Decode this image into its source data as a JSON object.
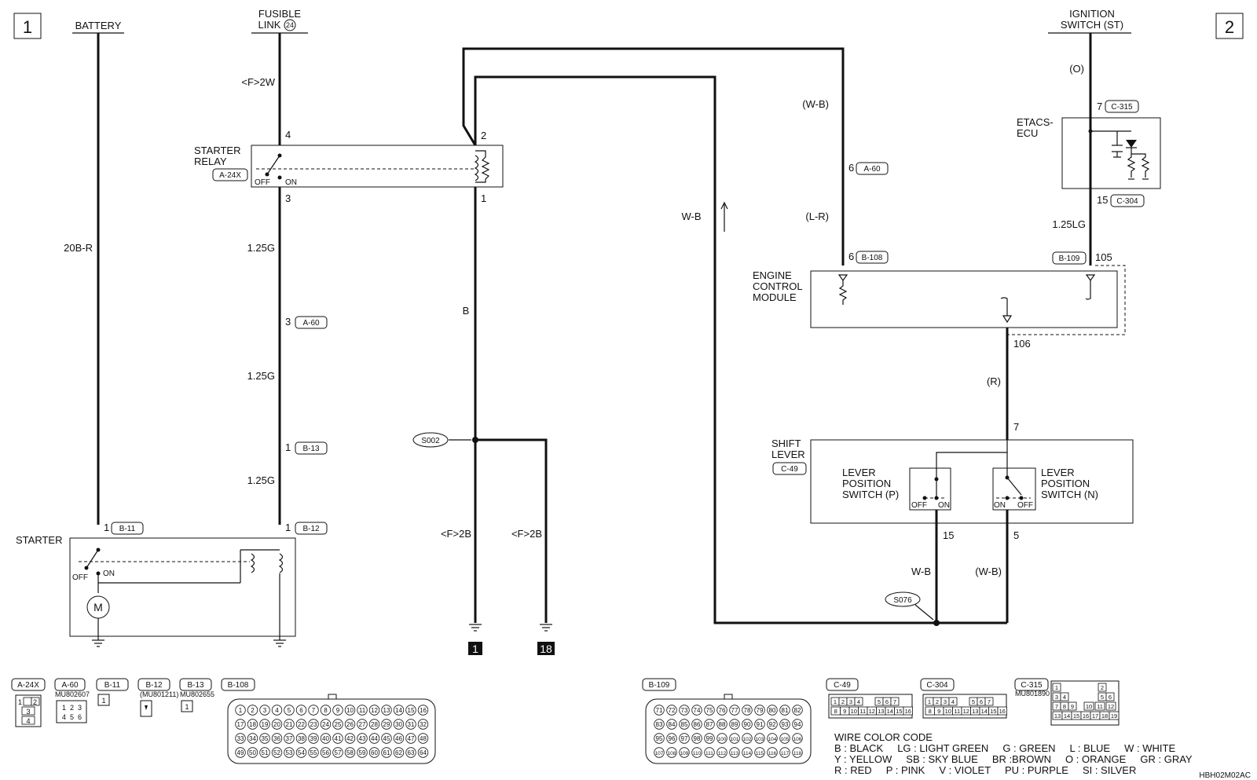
{
  "sections": {
    "left": "1",
    "right": "2"
  },
  "sources": {
    "battery": "BATTERY",
    "fusible_link_l1": "FUSIBLE",
    "fusible_link_l2": "LINK",
    "fusible_link_num": "24",
    "ignition_l1": "IGNITION",
    "ignition_l2": "SWITCH (ST)"
  },
  "components": {
    "starter_relay_l1": "STARTER",
    "starter_relay_l2": "RELAY",
    "starter_relay_conn": "A-24X",
    "starter": "STARTER",
    "motor": "M",
    "etacs_l1": "ETACS-",
    "etacs_l2": "ECU",
    "ecm_l1": "ENGINE",
    "ecm_l2": "CONTROL",
    "ecm_l3": "MODULE",
    "shift_l1": "SHIFT",
    "shift_l2": "LEVER",
    "shift_conn": "C-49",
    "lps_p_l1": "LEVER",
    "lps_p_l2": "POSITION",
    "lps_p_l3": "SWITCH (P)",
    "lps_n_l1": "LEVER",
    "lps_n_l2": "POSITION",
    "lps_n_l3": "SWITCH (N)",
    "off": "OFF",
    "on": "ON"
  },
  "wires": {
    "f2w": "<F>2W",
    "b20r": "20B-R",
    "g125a": "1.25G",
    "g125b": "1.25G",
    "g125c": "1.25G",
    "b": "B",
    "f2b_a": "<F>2B",
    "f2b_b": "<F>2B",
    "wb_vertical": "W-B",
    "wb_paren": "(W-B)",
    "lr_paren": "(L-R)",
    "o_paren": "(O)",
    "lg125": "1.25LG",
    "r_paren": "(R)",
    "wb_bottom": "W-B",
    "wb_bottom_paren": "(W-B)"
  },
  "pins": {
    "relay_4": "4",
    "relay_3": "3",
    "relay_2": "2",
    "relay_1": "1",
    "a60_3": "3",
    "b13_1": "1",
    "b11_1": "1",
    "b12_1": "1",
    "a60_6": "6",
    "b108_6": "6",
    "c315_7": "7",
    "c304_15": "15",
    "b109_105": "105",
    "ecm_106": "106",
    "c49_7": "7",
    "c49_15": "15",
    "c49_5": "5"
  },
  "connectors": {
    "a60": "A-60",
    "b13": "B-13",
    "b11": "B-11",
    "b12": "B-12",
    "b108": "B-108",
    "b109": "B-109",
    "c315": "C-315",
    "c304": "C-304",
    "a60b": "A-60"
  },
  "splices": {
    "s002": "S002",
    "s076": "S076"
  },
  "grounds": {
    "g1": "1",
    "g18": "18"
  },
  "legend": {
    "a24x": "A-24X",
    "a60": "A-60",
    "b11": "B-11",
    "b12": "B-12",
    "b13": "B-13",
    "b108": "B-108",
    "b109": "B-109",
    "c49": "C-49",
    "c304": "C-304",
    "c315": "C-315",
    "mu802607": "MU802607",
    "mu801211": "(MU801211)",
    "mu802655": "MU802655",
    "mu801890": "MU801890",
    "a24x_pins": [
      "1",
      "2",
      "3",
      "4"
    ],
    "a60_pins": [
      "1",
      "2",
      "3",
      "4",
      "5",
      "6"
    ],
    "b11_pin": "1",
    "b13_pin": "1",
    "c49_row1": [
      "1",
      "2",
      "3",
      "4",
      "5",
      "6",
      "7"
    ],
    "c49_row2": [
      "8",
      "9",
      "10",
      "11",
      "12",
      "13",
      "14",
      "15",
      "16"
    ],
    "c315_pins": [
      "1",
      "2",
      "3",
      "4",
      "5",
      "6",
      "7",
      "8",
      "9",
      "10",
      "11",
      "12",
      "13",
      "14",
      "15",
      "16",
      "17",
      "18",
      "19"
    ]
  },
  "b108_rows": [
    [
      "1",
      "2",
      "3",
      "4",
      "5",
      "6",
      "7",
      "8",
      "9",
      "10",
      "11",
      "12",
      "13",
      "14",
      "15",
      "16"
    ],
    [
      "17",
      "18",
      "19",
      "20",
      "21",
      "22",
      "23",
      "24",
      "25",
      "26",
      "27",
      "28",
      "29",
      "30",
      "31",
      "32"
    ],
    [
      "33",
      "34",
      "35",
      "36",
      "37",
      "38",
      "39",
      "40",
      "41",
      "42",
      "43",
      "44",
      "45",
      "46",
      "47",
      "48"
    ],
    [
      "49",
      "50",
      "51",
      "52",
      "53",
      "54",
      "55",
      "56",
      "57",
      "58",
      "59",
      "60",
      "61",
      "62",
      "63",
      "64"
    ]
  ],
  "b109_rows": [
    [
      "71",
      "72",
      "73",
      "74",
      "75",
      "76",
      "77",
      "78",
      "79",
      "80",
      "81",
      "82"
    ],
    [
      "83",
      "84",
      "85",
      "86",
      "87",
      "88",
      "89",
      "90",
      "91",
      "92",
      "93",
      "94"
    ],
    [
      "95",
      "96",
      "97",
      "98",
      "99",
      "100",
      "101",
      "102",
      "103",
      "104",
      "105",
      "106"
    ],
    [
      "107",
      "108",
      "109",
      "110",
      "111",
      "112",
      "113",
      "114",
      "115",
      "116",
      "117",
      "118"
    ]
  ],
  "wire_color_code": {
    "title": "WIRE COLOR CODE",
    "line1": "B : BLACK     LG : LIGHT GREEN     G : GREEN     L : BLUE     W : WHITE",
    "line2": "Y : YELLOW     SB : SKY BLUE     BR :BROWN     O : ORANGE     GR : GRAY",
    "line3": "R : RED     P : PINK     V : VIOLET     PU : PURPLE     SI : SILVER"
  },
  "figure_code": "HBH02M02AC"
}
